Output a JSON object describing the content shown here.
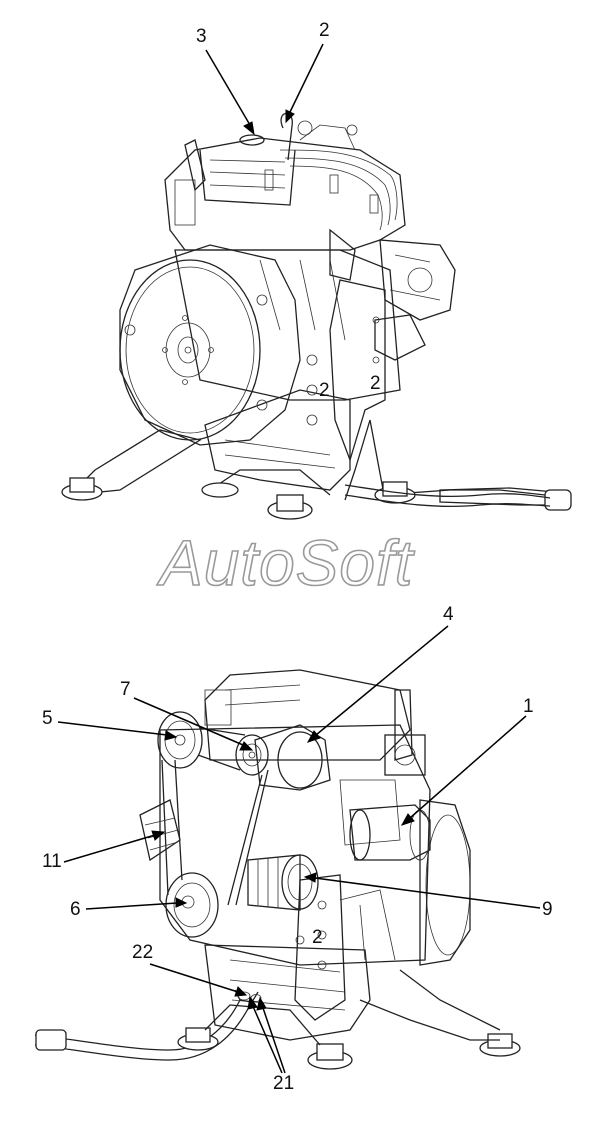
{
  "watermark": "AutoSoft",
  "top_view": {
    "callouts": [
      {
        "id": "3",
        "label": "3"
      },
      {
        "id": "2",
        "label": "2"
      }
    ]
  },
  "bottom_view": {
    "callouts": [
      {
        "id": "4",
        "label": "4"
      },
      {
        "id": "7",
        "label": "7"
      },
      {
        "id": "5",
        "label": "5"
      },
      {
        "id": "1",
        "label": "1"
      },
      {
        "id": "11",
        "label": "11"
      },
      {
        "id": "9",
        "label": "9"
      },
      {
        "id": "6",
        "label": "6"
      },
      {
        "id": "22",
        "label": "22"
      },
      {
        "id": "21",
        "label": "21"
      }
    ]
  },
  "part_marks": [
    "2",
    "2",
    "2"
  ]
}
